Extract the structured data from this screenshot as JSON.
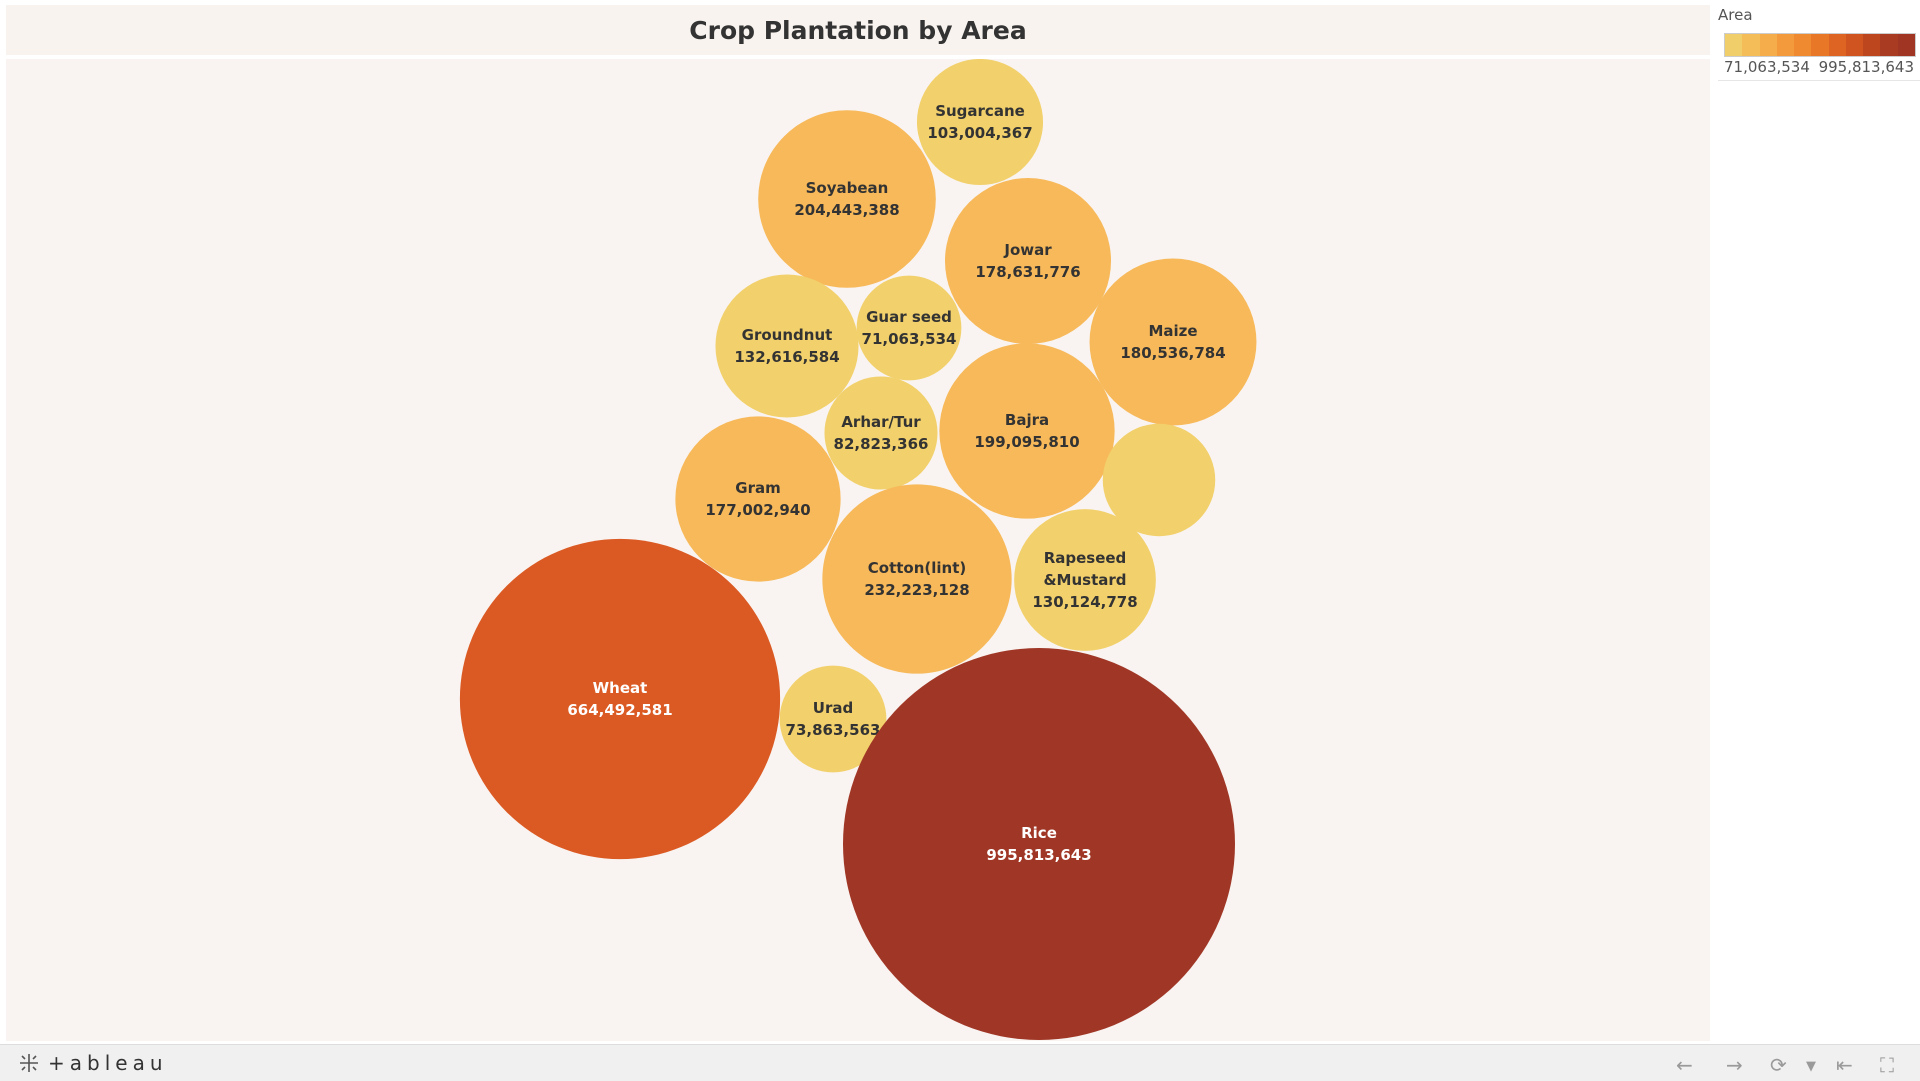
{
  "dashboard": {
    "title": "Crop Plantation by Area"
  },
  "legend": {
    "title": "Area",
    "min_label": "71,063,534",
    "max_label": "995,813,643",
    "steps": [
      "#f0ce69",
      "#f4bd58",
      "#f5ac4b",
      "#f39a3d",
      "#f08a30",
      "#e87828",
      "#dd6423",
      "#cf5420",
      "#bd461f",
      "#a93b22",
      "#a03524"
    ]
  },
  "chart_data": {
    "type": "bubble",
    "title": "Crop Plantation by Area",
    "measure": "Area",
    "color_range": [
      71063534,
      995813643
    ],
    "colors": {
      "low": "#f2d06b",
      "mid": "#f7b95a",
      "high_wheat": "#db5922",
      "high_rice": "#a03726"
    },
    "bubbles": [
      {
        "name": "Sugarcane",
        "label": "103,004,367",
        "value": 103004367
      },
      {
        "name": "Soyabean",
        "label": "204,443,388",
        "value": 204443388
      },
      {
        "name": "Jowar",
        "label": "178,631,776",
        "value": 178631776
      },
      {
        "name": "Groundnut",
        "label": "132,616,584",
        "value": 132616584
      },
      {
        "name": "Guar seed",
        "label": "71,063,534",
        "value": 71063534
      },
      {
        "name": "Maize",
        "label": "180,536,784",
        "value": 180536784
      },
      {
        "name": "Arhar/Tur",
        "label": "82,823,366",
        "value": 82823366
      },
      {
        "name": "Bajra",
        "label": "199,095,810",
        "value": 199095810
      },
      {
        "name": "",
        "label": "",
        "value": 82000000
      },
      {
        "name": "Gram",
        "label": "177,002,940",
        "value": 177002940
      },
      {
        "name": "Cotton(lint)",
        "label": "232,223,128",
        "value": 232223128
      },
      {
        "name": "Rapeseed\n&Mustard",
        "label": "130,124,778",
        "value": 130124778
      },
      {
        "name": "Wheat",
        "label": "664,492,581",
        "value": 664492581
      },
      {
        "name": "Urad",
        "label": "73,863,563",
        "value": 73863563
      },
      {
        "name": "Rice",
        "label": "995,813,643",
        "value": 995813643
      }
    ]
  },
  "footer": {
    "brand": "+ableau",
    "controls": [
      "undo-icon",
      "redo-icon",
      "revert-icon",
      "share-dropdown-icon",
      "reset-icon",
      "fullscreen-icon"
    ]
  }
}
